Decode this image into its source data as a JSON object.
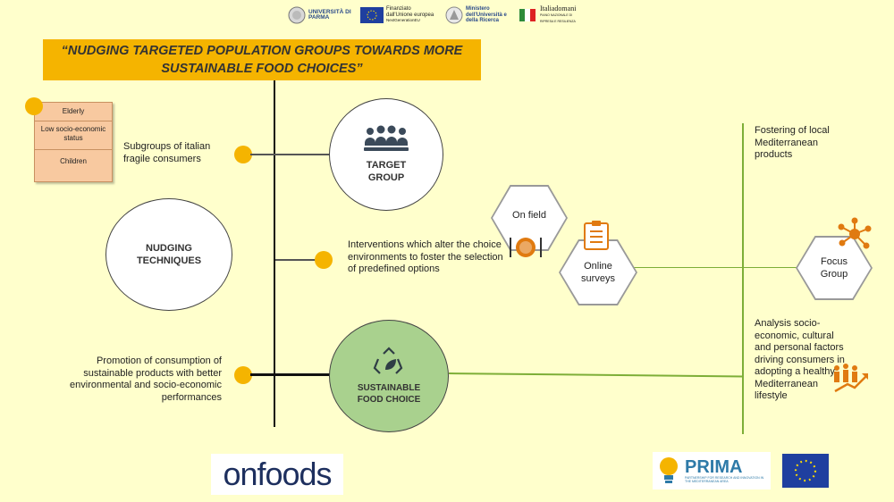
{
  "logos_top": {
    "university": "UNIVERSITÀ DI PARMA",
    "eu_funding": "Finanziato dall'Unione europea",
    "eu_funding_sub": "NextGenerationEU",
    "ministry": "Ministero dell'Università e della Ricerca",
    "italiadomani": "Italiadomani",
    "italiadomani_sub": "PIANO NAZIONALE DI RIPRESA E RESILIENZA"
  },
  "title": "“NUDGING TARGETED POPULATION GROUPS TOWARDS MORE SUSTAINABLE FOOD CHOICES”",
  "target_group": {
    "list_items": [
      "Elderly",
      "Low socio-economic status",
      "Children"
    ],
    "description": "Subgroups of italian fragile consumers",
    "circle_label": "TARGET GROUP"
  },
  "nudging": {
    "circle_label": "NUDGING TECHNIQUES",
    "description": "Interventions which alter the choice environments to foster the selection of predefined options"
  },
  "sustainable": {
    "circle_label": "SUSTAINABLE FOOD CHOICE",
    "description": "Promotion of consumption of sustainable products with better environmental and socio-economic performances"
  },
  "methods": {
    "on_field": "On field",
    "online_surveys": "Online surveys",
    "focus_group": "Focus Group"
  },
  "right_texts": {
    "fostering": "Fostering of local Mediterranean products",
    "analysis": "Analysis socio-economic, cultural and personal factors driving consumers in adopting a healthy Mediterranean lifestyle"
  },
  "logos_bottom": {
    "onfoods": "onfoods",
    "prima": "PRIMA",
    "prima_sub": "PARTNERSHIP FOR RESEARCH AND INNOVATION IN THE MEDITERRANEAN AREA"
  },
  "colors": {
    "background": "#ffffcc",
    "accent": "#f5b400",
    "green": "#7dae37",
    "sustainable_fill": "#a9d18e",
    "icon_orange": "#e07a10"
  }
}
